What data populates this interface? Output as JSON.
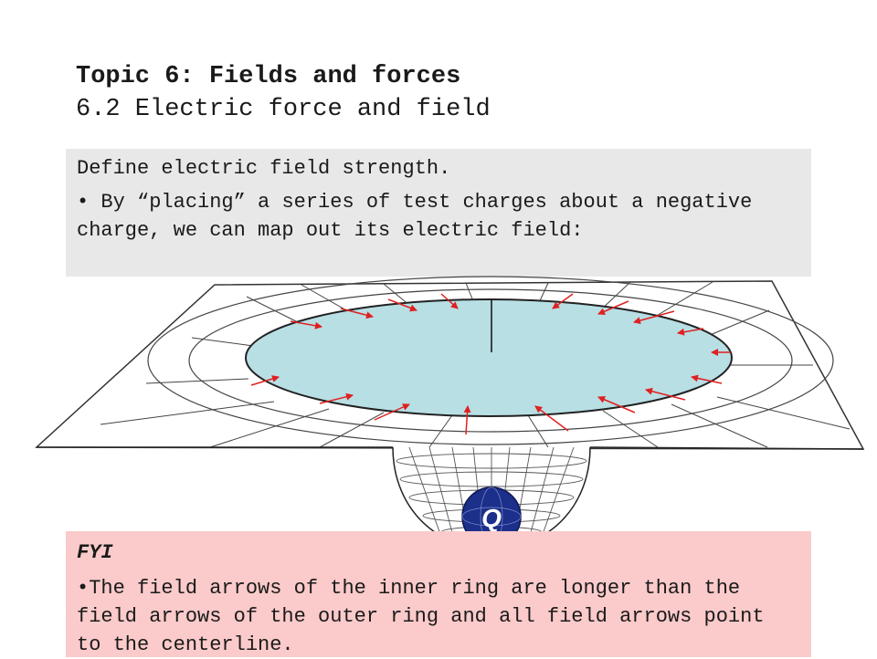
{
  "slide": {
    "title": "Topic 6: Fields and forces",
    "subtitle": "6.2 Electric force and field"
  },
  "objective": {
    "heading": "Define electric field strength.",
    "bullet_symbol": "•",
    "bullet_text": " By “placing” a series of test charges about a negative charge, we can map out its electric field:"
  },
  "figure": {
    "charge_label": "Q",
    "colors": {
      "disk_fill": "#b8dfe4",
      "arrow": "#e02020",
      "grid": "#333333",
      "charge_fill": "#1c2f8a",
      "charge_label": "#ffffff"
    }
  },
  "fyi": {
    "title": "FYI",
    "bullet_symbol": "•",
    "bullet_text": "The field arrows of the inner ring are longer than the field arrows of the outer ring and all field arrows point to the centerline."
  }
}
